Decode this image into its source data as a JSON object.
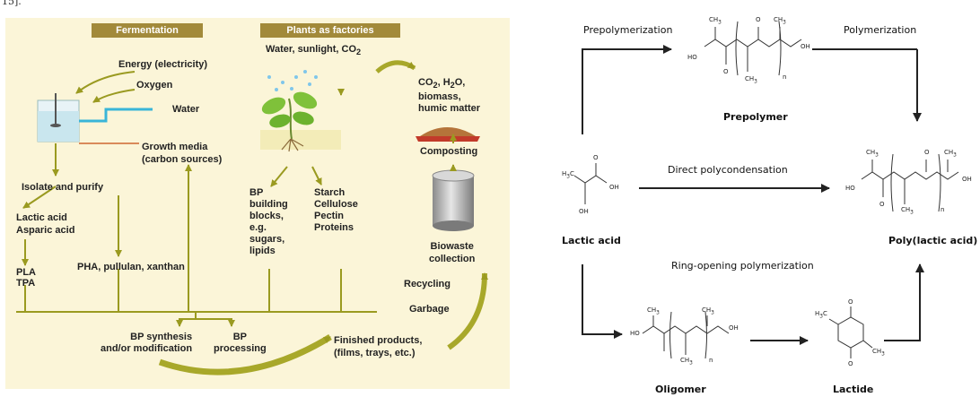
{
  "fragment_top": "15].",
  "left_panel": {
    "background": "#fbf5d8",
    "accent": "#9a9a20",
    "headers": {
      "fermentation": "Fermentation",
      "plants": "Plants as factories"
    },
    "labels": {
      "energy": "Energy (electricity)",
      "oxygen": "Oxygen",
      "water": "Water",
      "water_sunlight_prefix": "Water, sunlight, CO",
      "water_sunlight_sub": "2",
      "co2_line1_prefix": "CO",
      "co2_line1_sub": "2",
      "co2_line1_mid": ", H",
      "co2_line1_sub2": "2",
      "co2_line1_suffix": "O,",
      "co2_line2": "biomass,",
      "co2_line3": "humic matter",
      "composting": "Composting",
      "growth1": "Growth media",
      "growth2": "(carbon sources)",
      "isolate": "Isolate and purify",
      "lactic": "Lactic acid",
      "asparic": "Asparic acid",
      "pla": "PLA",
      "tpa": "TPA",
      "pha": "PHA, pullulan, xanthan",
      "bp1": "BP",
      "bp2": "building",
      "bp3": "blocks,",
      "bp4": "e.g.",
      "bp5": "sugars,",
      "bp6": "lipids",
      "starch": "Starch",
      "cellulose": "Cellulose",
      "pectin": "Pectin",
      "proteins": "Proteins",
      "biowaste1": "Biowaste",
      "biowaste2": "collection",
      "recycling": "Recycling",
      "garbage": "Garbage",
      "synth1": "BP synthesis",
      "synth2": "and/or modification",
      "proc1": "BP",
      "proc2": "processing",
      "finished1": "Finished products,",
      "finished2": "(films, trays, etc.)"
    }
  },
  "right_panel": {
    "labels": {
      "prepolymerization": "Prepolymerization",
      "polymerization": "Polymerization",
      "prepolymer": "Prepolymer",
      "direct": "Direct polycondensation",
      "lactic_acid": "Lactic acid",
      "poly_lactic": "Poly(lactic acid)",
      "ring_opening": "Ring-opening polymerization",
      "oligomer": "Oligomer",
      "lactide": "Lactide"
    },
    "chem": {
      "ch3": "CH",
      "three": "3",
      "o": "O",
      "oh": "OH",
      "ho": "HO",
      "h3c": "H",
      "n": "n"
    }
  }
}
